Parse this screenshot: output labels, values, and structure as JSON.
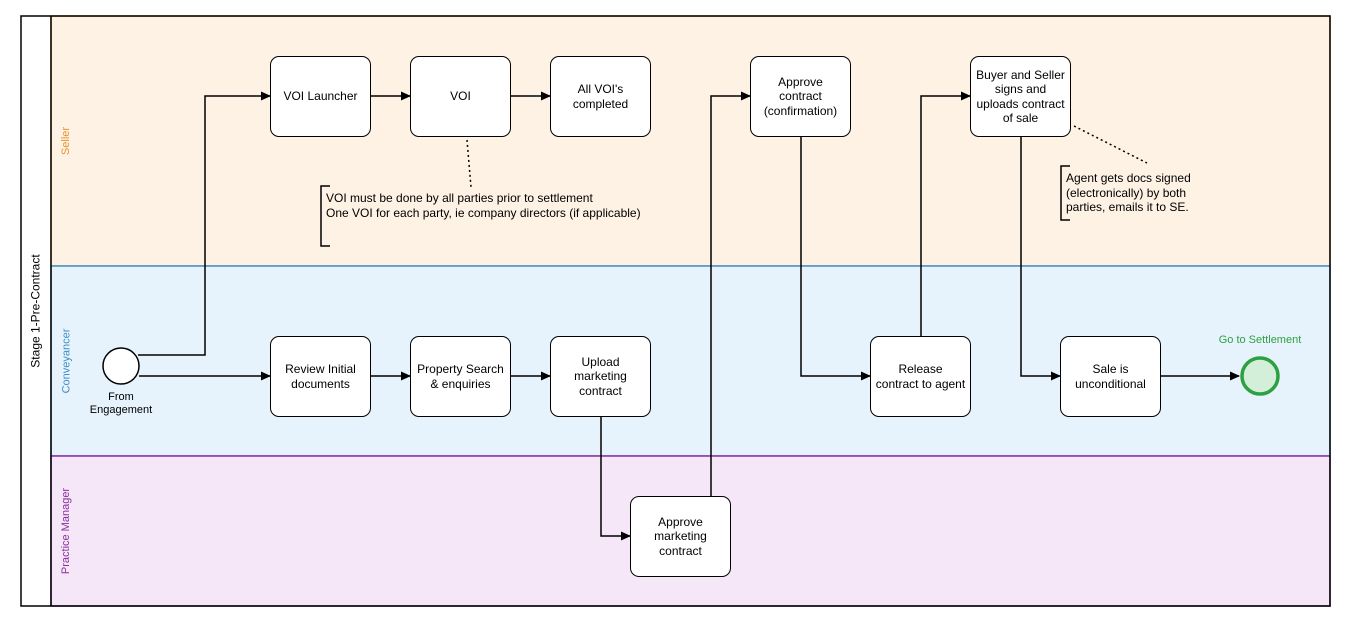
{
  "pool": {
    "label": "Stage 1-Pre-Contract",
    "lanes": [
      {
        "id": "seller",
        "label": "Seller",
        "stroke": "#e8932e",
        "fill": "#fef2e5"
      },
      {
        "id": "conveyancer",
        "label": "Conveyancer",
        "stroke": "#3f8fc7",
        "fill": "#e7f3fc"
      },
      {
        "id": "practice-manager",
        "label": "Practice Manager",
        "stroke": "#8b2fa0",
        "fill": "#f5e7f7"
      }
    ]
  },
  "tasks": {
    "voi_launcher": "VOI Launcher",
    "voi": "VOI",
    "all_voi_completed": "All VOI's\ncompleted",
    "approve_contract": "Approve\ncontract\n(confirmation)",
    "buyer_seller_signs": "Buyer and Seller\nsigns and\nuploads contract\nof sale",
    "review_initial_documents": "Review Initial\ndocuments",
    "property_search": "Property Search\n& enquiries",
    "upload_marketing_contract": "Upload\nmarketing\ncontract",
    "release_contract": "Release\ncontract to agent",
    "sale_unconditional": "Sale is\nunconditional",
    "approve_marketing_contract": "Approve\nmarketing\ncontract"
  },
  "events": {
    "start_label": "From\nEngagement",
    "end_label": "Go to Settlement",
    "end_color": "#2ea043",
    "end_fill": "#d4efd9"
  },
  "annotations": {
    "voi_note": "VOI must be done by all parties prior to settlement\nOne VOI for each party, ie company directors (if applicable)",
    "agent_note": "Agent gets docs signed\n(electronically) by both\nparties, emails it to SE."
  },
  "icons": {
    "connector": "arrow-connector",
    "start": "start-event-circle",
    "end": "end-event-circle"
  }
}
